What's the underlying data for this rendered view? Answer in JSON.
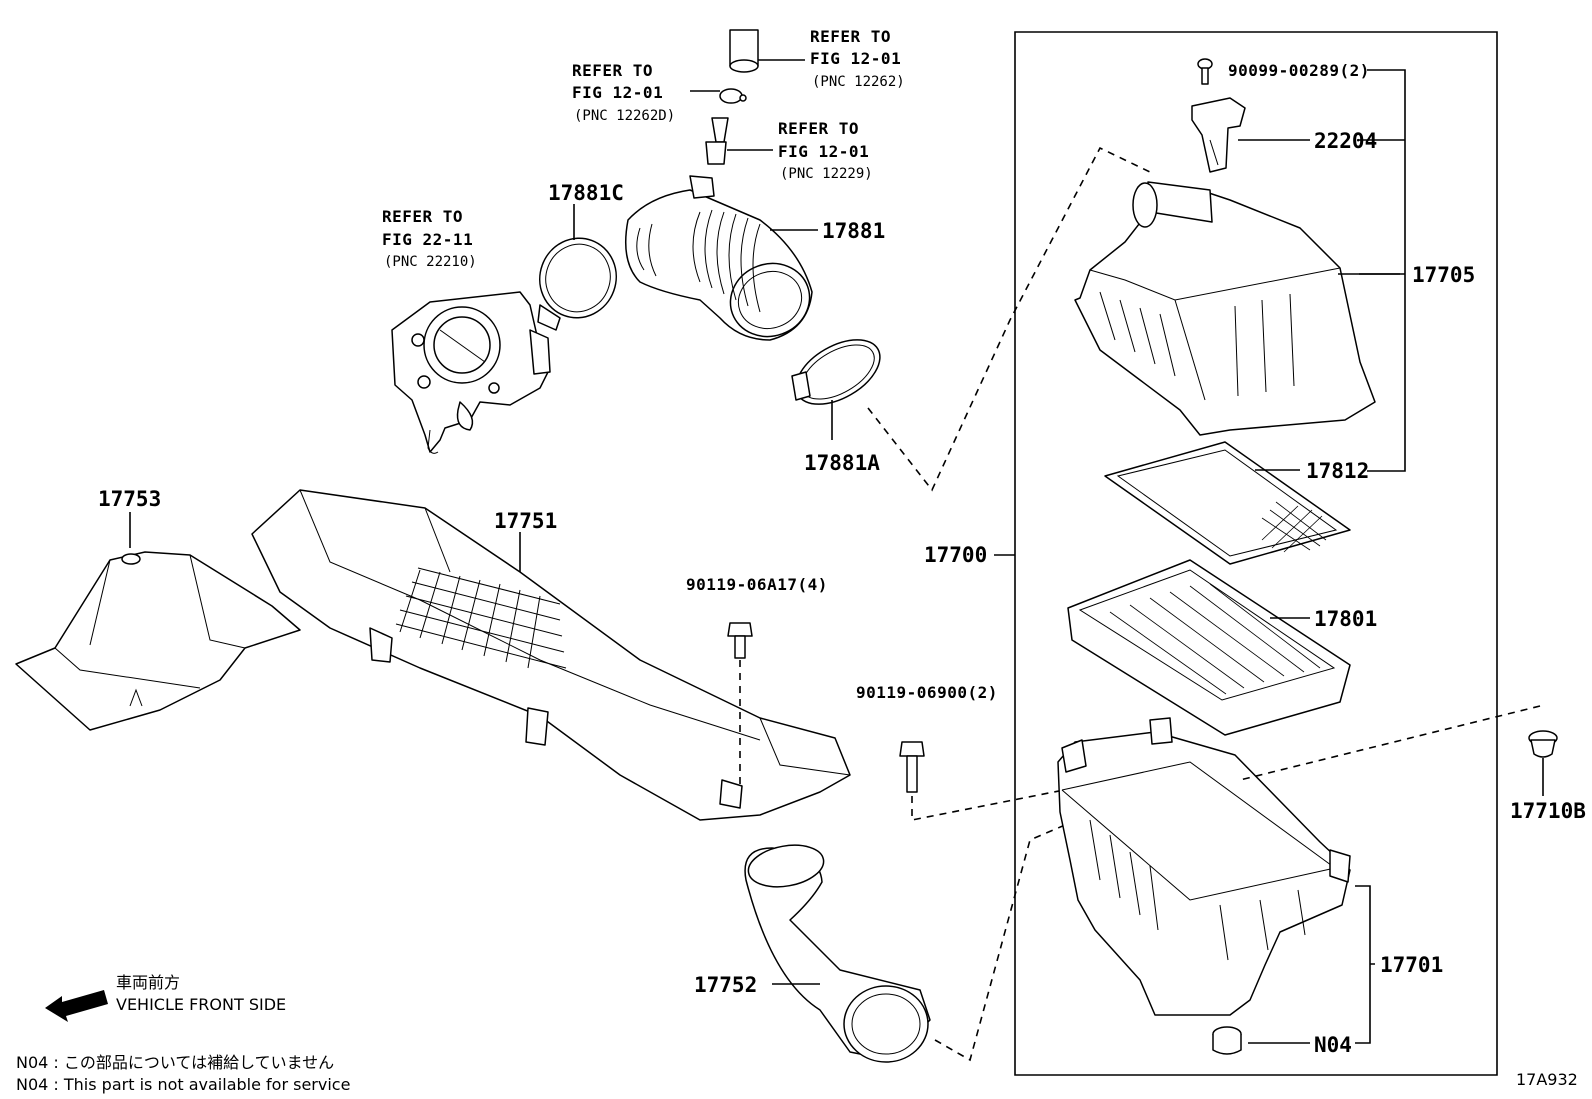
{
  "references": [
    {
      "line1": "REFER TO",
      "line2": "FIG 12-01",
      "pnc": "(PNC 12262)"
    },
    {
      "line1": "REFER TO",
      "line2": "FIG 12-01",
      "pnc": "(PNC 12262D)"
    },
    {
      "line1": "REFER TO",
      "line2": "FIG 12-01",
      "pnc": "(PNC 12229)"
    },
    {
      "line1": "REFER TO",
      "line2": "FIG 22-11",
      "pnc": "(PNC 22210)"
    }
  ],
  "parts": {
    "p17881C": "17881C",
    "p17881": "17881",
    "p17881A": "17881A",
    "p17753": "17753",
    "p17751": "17751",
    "p17752": "17752",
    "p90119_06A17": "90119-06A17(4)",
    "p90119_06900": "90119-06900(2)",
    "p90099_00289": "90099-00289(2)",
    "p22204": "22204",
    "p17705": "17705",
    "p17812": "17812",
    "p17700": "17700",
    "p17801": "17801",
    "p17710B": "17710B",
    "p17701": "17701",
    "pN04": "N04"
  },
  "direction": {
    "jp": "車両前方",
    "en": "VEHICLE FRONT SIDE"
  },
  "notes": {
    "jp": "N04 : この部品については補給していません",
    "en": "N04 : This part is not available for service"
  },
  "figure_code": "17A932"
}
